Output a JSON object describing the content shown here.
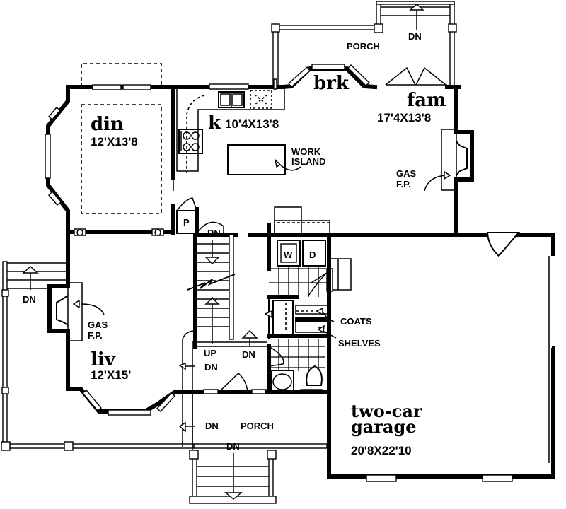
{
  "plan": {
    "rooms": {
      "dining": {
        "name": "din",
        "dimensions": "12'X13'8"
      },
      "kitchen": {
        "name": "k",
        "dimensions": "10'4X13'8"
      },
      "breakfast": {
        "name": "brk"
      },
      "family": {
        "name": "fam",
        "dimensions": "17'4X13'8"
      },
      "living": {
        "name": "liv",
        "dimensions": "12'X15'"
      },
      "garage": {
        "name_line1": "two-car",
        "name_line2": "garage",
        "dimensions": "20'8X22'10"
      }
    },
    "labels": {
      "rear_porch": "PORCH",
      "rear_porch_dn": "DN",
      "work_island_line1": "WORK",
      "work_island_line2": "ISLAND",
      "fam_fp_line1": "GAS",
      "fam_fp_line2": "F.P.",
      "liv_fp_line1": "GAS",
      "liv_fp_line2": "F.P.",
      "side_porch_dn": "DN",
      "pantry": "P",
      "stair_top_dn": "DN",
      "stair_up": "UP",
      "stair_dn": "DN",
      "foyer_dn": "DN",
      "washer": "W",
      "dryer": "D",
      "coats": "COATS",
      "shelves": "SHELVES",
      "front_porch": "PORCH",
      "front_porch_side_dn": "DN",
      "front_porch_dn": "DN"
    }
  }
}
